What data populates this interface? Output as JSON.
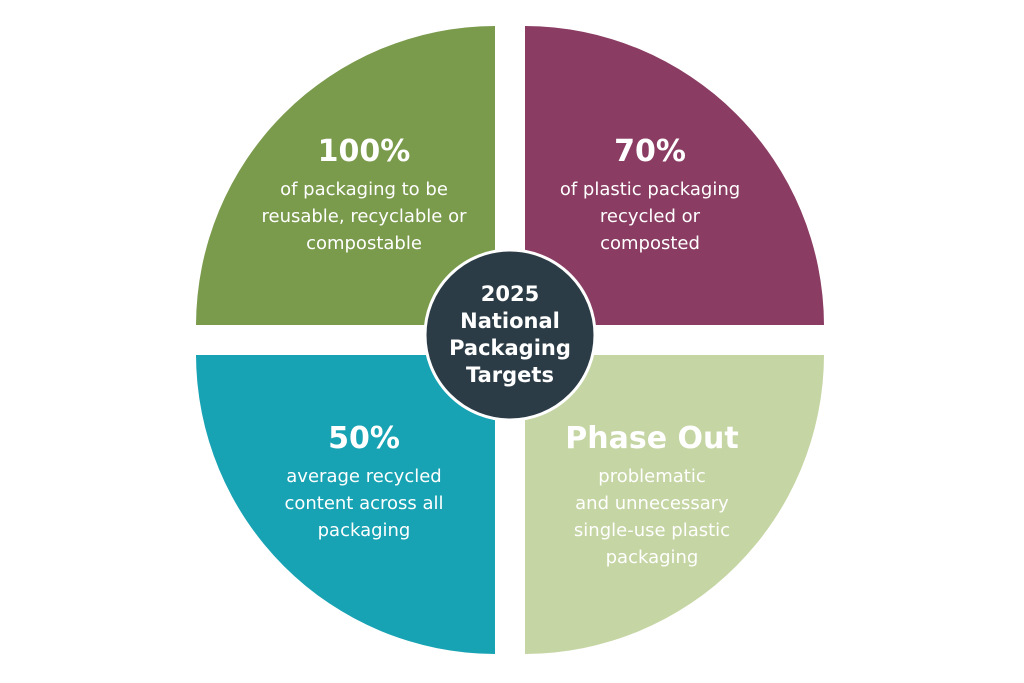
{
  "center": {
    "label": "2025\nNational\nPackaging\nTargets",
    "color": "#2b3c47"
  },
  "quadrants": [
    {
      "key": "top_left",
      "headline": "100%",
      "description": "of packaging to be\nreusable, recyclable or\ncompostable",
      "color": "#7a9a4c"
    },
    {
      "key": "top_right",
      "headline": "70%",
      "description": "of plastic packaging\nrecycled or\ncomposted",
      "color": "#8a3c62"
    },
    {
      "key": "bottom_left",
      "headline": "50%",
      "description": "average recycled\ncontent across all\npackaging",
      "color": "#17a3b3"
    },
    {
      "key": "bottom_right",
      "headline": "Phase Out",
      "description": "problematic\nand unnecessary\nsingle-use plastic\npackaging",
      "color": "#c5d5a3"
    }
  ]
}
